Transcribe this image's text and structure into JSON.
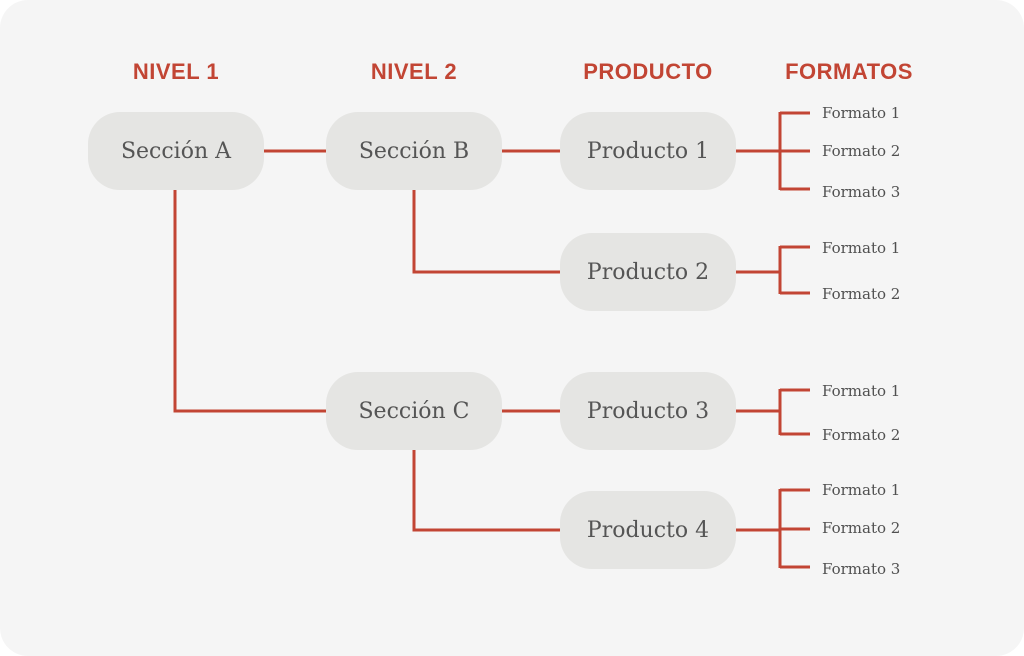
{
  "headers": {
    "nivel1": "NIVEL 1",
    "nivel2": "NIVEL 2",
    "producto": "PRODUCTO",
    "formatos": "FORMATOS"
  },
  "nodes": {
    "seccion_a": "Sección A",
    "seccion_b": "Sección B",
    "seccion_c": "Sección C",
    "producto_1": "Producto 1",
    "producto_2": "Producto 2",
    "producto_3": "Producto 3",
    "producto_4": "Producto 4"
  },
  "formats": {
    "p1": [
      "Formato 1",
      "Formato 2",
      "Formato 3"
    ],
    "p2": [
      "Formato 1",
      "Formato 2"
    ],
    "p3": [
      "Formato 1",
      "Formato 2"
    ],
    "p4": [
      "Formato 1",
      "Formato 2",
      "Formato 3"
    ]
  },
  "colors": {
    "accent": "#c24534",
    "node_fill": "#e5e5e3",
    "background": "#f5f5f5"
  }
}
